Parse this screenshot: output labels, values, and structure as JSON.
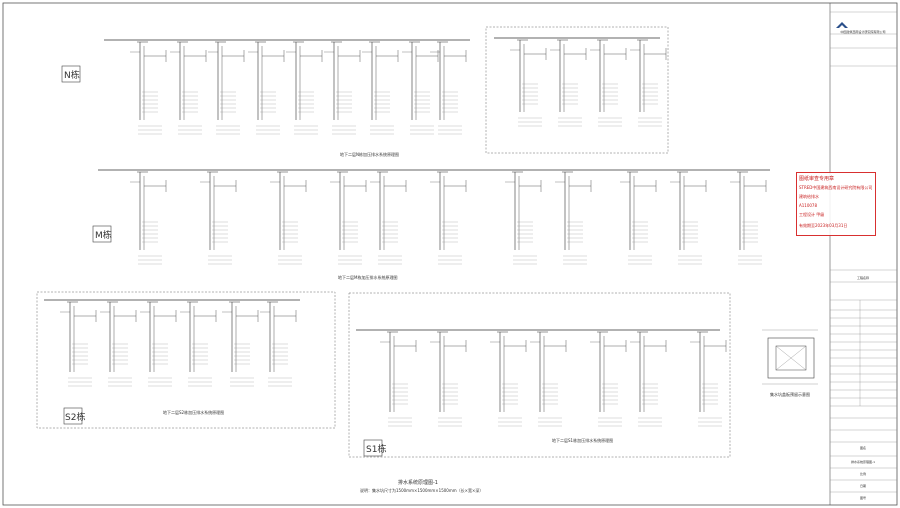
{
  "regions": [
    {
      "id": "N",
      "label": "N栋"
    },
    {
      "id": "M",
      "label": "M栋"
    },
    {
      "id": "S2",
      "label": "S2栋"
    },
    {
      "id": "S1",
      "label": "S1栋"
    }
  ],
  "captions": {
    "n_main": "地下二层N栋加压排水系统原理图",
    "m_main": "地下二层M栋加压排水系统原理图",
    "s2_main": "地下二层S2栋加压排水系统原理图",
    "s1_main": "地下二层S1栋加压排水系统原理图",
    "detail_title": "集水坑盖板预留示意图",
    "drain_note_title": "排水系统原理图-1",
    "drain_note_body": "说明：集水坑尺寸为1500mm×1500mm×1500mm（长×宽×深）"
  },
  "stamp": {
    "line1": "图纸审查专用章",
    "line2": "STRED中国建筑西南设计研究院有限公司",
    "line3": "建筑给排水",
    "line4": "A110078",
    "line5": "工程设计 甲级",
    "line6": "有效期至2023年03月31日"
  },
  "title_block": {
    "company": "中国建筑西南设计研究院有限公司",
    "project_label": "工程名称",
    "drawing_label": "图名",
    "drawing_name": "排水系统原理图-1",
    "scale_label": "比例",
    "date_label": "日期",
    "sheet_label": "图号"
  }
}
